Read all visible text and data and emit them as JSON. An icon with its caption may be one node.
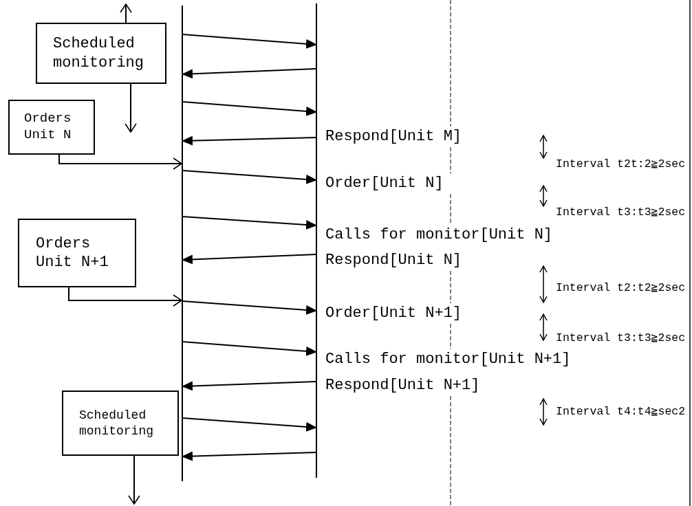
{
  "diagram": {
    "nodes": [
      {
        "text": [
          "Scheduled monitoring"
        ]
      },
      {
        "text": [
          "Orders Unit N"
        ]
      },
      {
        "text": [
          "Orders Unit N+1"
        ]
      },
      {
        "text": [
          "Scheduled monitoring"
        ]
      },
      {
        "text": [],
        "shape": "bar"
      },
      {
        "text": [],
        "shape": "bar"
      }
    ],
    "edges": [
      {
        "from": 0,
        "to": null,
        "arrow": "to"
      },
      {
        "from": 0,
        "to": null,
        "arrow": "to"
      },
      {
        "from": 1,
        "to": 4,
        "arrow": "to"
      },
      {
        "from": 2,
        "to": 4,
        "arrow": "to"
      },
      {
        "from": 3,
        "to": null,
        "arrow": "to"
      },
      {
        "from": 4,
        "to": 5,
        "arrow": "to"
      },
      {
        "from": 5,
        "to": 4,
        "arrow": "to"
      },
      {
        "from": 4,
        "to": 5,
        "arrow": "to"
      },
      {
        "from": 5,
        "to": 4,
        "arrow": "to"
      },
      {
        "from": 4,
        "to": 5,
        "arrow": "to"
      },
      {
        "from": 4,
        "to": 5,
        "arrow": "to"
      },
      {
        "from": 5,
        "to": 4,
        "arrow": "to"
      },
      {
        "from": 4,
        "to": 5,
        "arrow": "to"
      },
      {
        "from": 4,
        "to": 5,
        "arrow": "to"
      },
      {
        "from": 5,
        "to": 4,
        "arrow": "to"
      },
      {
        "from": 4,
        "to": 5,
        "arrow": "to"
      },
      {
        "from": 5,
        "to": 4,
        "arrow": "to"
      }
    ],
    "labels": [
      "Respond[Unit M]",
      "Interval t2t:2≧2sec",
      "Order[Unit N]",
      "Interval t3:t3≧2sec",
      "Calls for monitor[Unit N]",
      "Respond[Unit N]",
      "Interval t2:t2≧2sec",
      "Order[Unit N+1]",
      "Interval t3:t3≧2sec",
      "Calls for monitor[Unit N+1]",
      "Respond[Unit N+1]",
      "Interval t4:t4≧sec2"
    ]
  }
}
